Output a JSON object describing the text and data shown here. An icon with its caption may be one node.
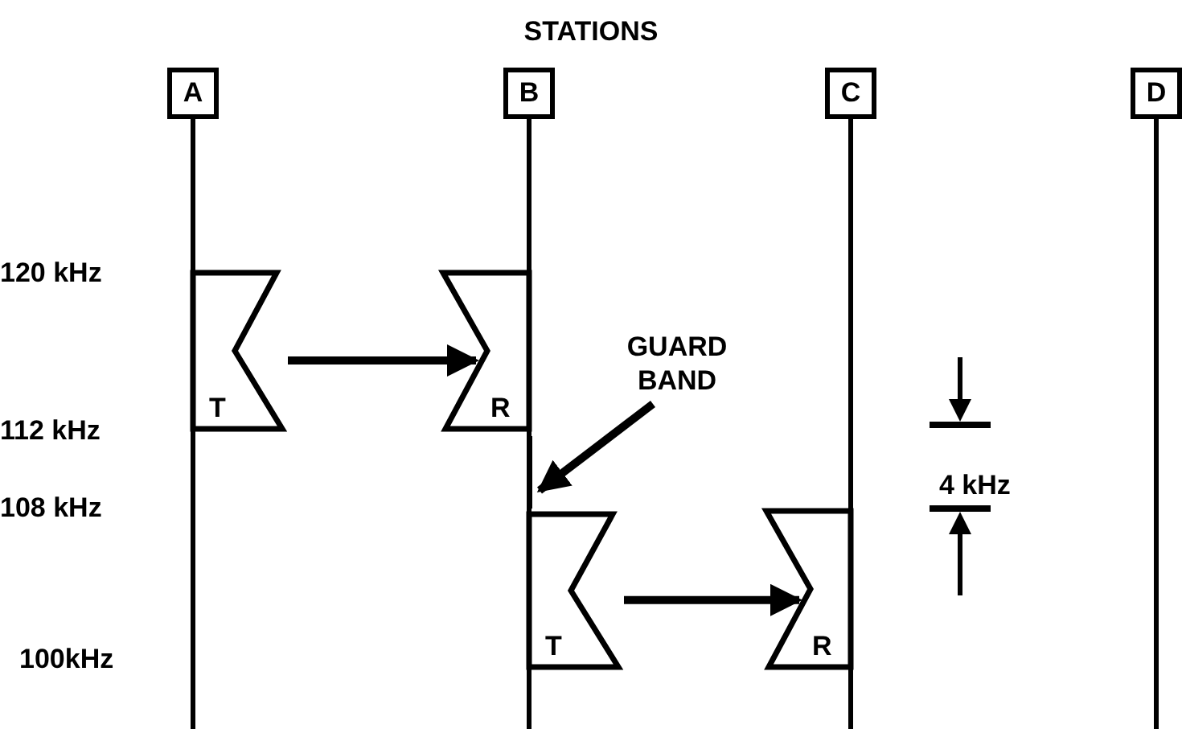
{
  "diagram": {
    "title": "STATIONS",
    "nodes": [
      {
        "text": [
          "A"
        ]
      },
      {
        "text": [
          "B"
        ]
      },
      {
        "text": [
          "C"
        ]
      },
      {
        "text": [
          "D"
        ]
      },
      {
        "text": [
          "T"
        ]
      },
      {
        "text": [
          "R"
        ]
      },
      {
        "text": [
          "T"
        ]
      },
      {
        "text": [
          "R"
        ]
      },
      {
        "text": [
          "GUARD BAND"
        ]
      },
      {
        "text": [],
        "shape": "bar"
      }
    ],
    "edges": [
      {
        "from": 4,
        "to": 5,
        "arrow": "to"
      },
      {
        "from": 6,
        "to": 7,
        "arrow": "to"
      },
      {
        "from": 8,
        "to": 9,
        "arrow": "to"
      }
    ],
    "labels": [
      "120 kHz",
      "112 kHz",
      "108 kHz",
      "100kHz",
      "4 kHz"
    ]
  }
}
